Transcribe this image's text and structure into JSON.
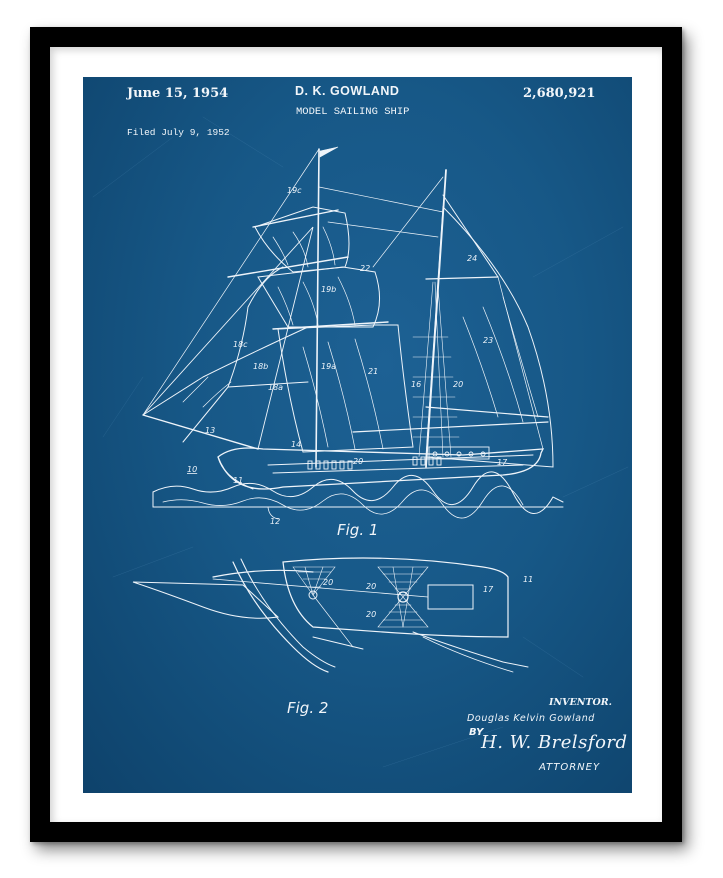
{
  "patent": {
    "date": "June 15, 1954",
    "inventor_header": "D. K. GOWLAND",
    "number": "2,680,921",
    "title": "MODEL SAILING SHIP",
    "filed": "Filed July 9, 1952"
  },
  "figures": [
    {
      "label": "Fig. 1",
      "reference_numerals": [
        "10",
        "11",
        "12",
        "13",
        "14",
        "16",
        "17",
        "18a",
        "18b",
        "18c",
        "19a",
        "19b",
        "19c",
        "20",
        "21",
        "22",
        "23",
        "24"
      ]
    },
    {
      "label": "Fig. 2",
      "reference_numerals": [
        "11",
        "17",
        "20"
      ]
    }
  ],
  "signature_block": {
    "inventor_label": "INVENTOR.",
    "inventor_name": "Douglas Kelvin Gowland",
    "by": "BY",
    "signature": "H. W. Brelsford",
    "attorney_label": "ATTORNEY"
  },
  "colors": {
    "blueprint": "#175887",
    "line": "#eef4fa",
    "frame": "#000000",
    "mat": "#ffffff"
  },
  "labels": {
    "n10": "10",
    "n11": "11",
    "n12": "12",
    "n13": "13",
    "n14": "14",
    "n16": "16",
    "n17": "17",
    "n18a": "18a",
    "n18b": "18b",
    "n18c": "18c",
    "n19a": "19a",
    "n19b": "19b",
    "n19c": "19c",
    "n20": "20",
    "n21": "21",
    "n22": "22",
    "n23": "23",
    "n24": "24"
  }
}
